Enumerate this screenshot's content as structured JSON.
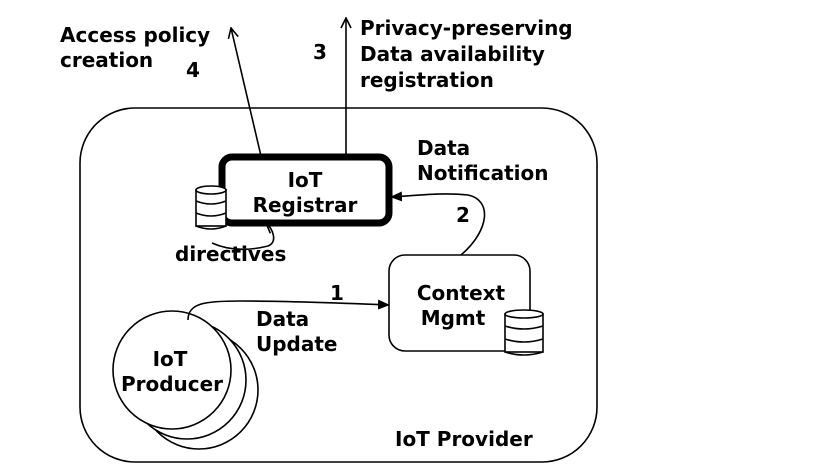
{
  "diagram": {
    "provider_label": "IoT Provider",
    "registrar": {
      "line1": "IoT",
      "line2": "Registrar"
    },
    "context_mgmt": {
      "line1": "Context",
      "line2": "Mgmt"
    },
    "producer": {
      "line1": "IoT",
      "line2": "Producer"
    },
    "directives_label": "directives",
    "flows": {
      "data_update": {
        "step": "1",
        "line1": "Data",
        "line2": "Update"
      },
      "data_notification": {
        "step": "2",
        "line1": "Data",
        "line2": "Notification"
      },
      "availability_registration": {
        "step": "3",
        "line1": "Privacy-preserving",
        "line2": "Data availability",
        "line3": "registration"
      },
      "access_policy": {
        "step": "4",
        "line1": "Access policy",
        "line2": "creation"
      }
    },
    "icons": [
      "database-icon",
      "database-icon"
    ],
    "colors": {
      "line": "#000000",
      "background": "#ffffff"
    }
  }
}
